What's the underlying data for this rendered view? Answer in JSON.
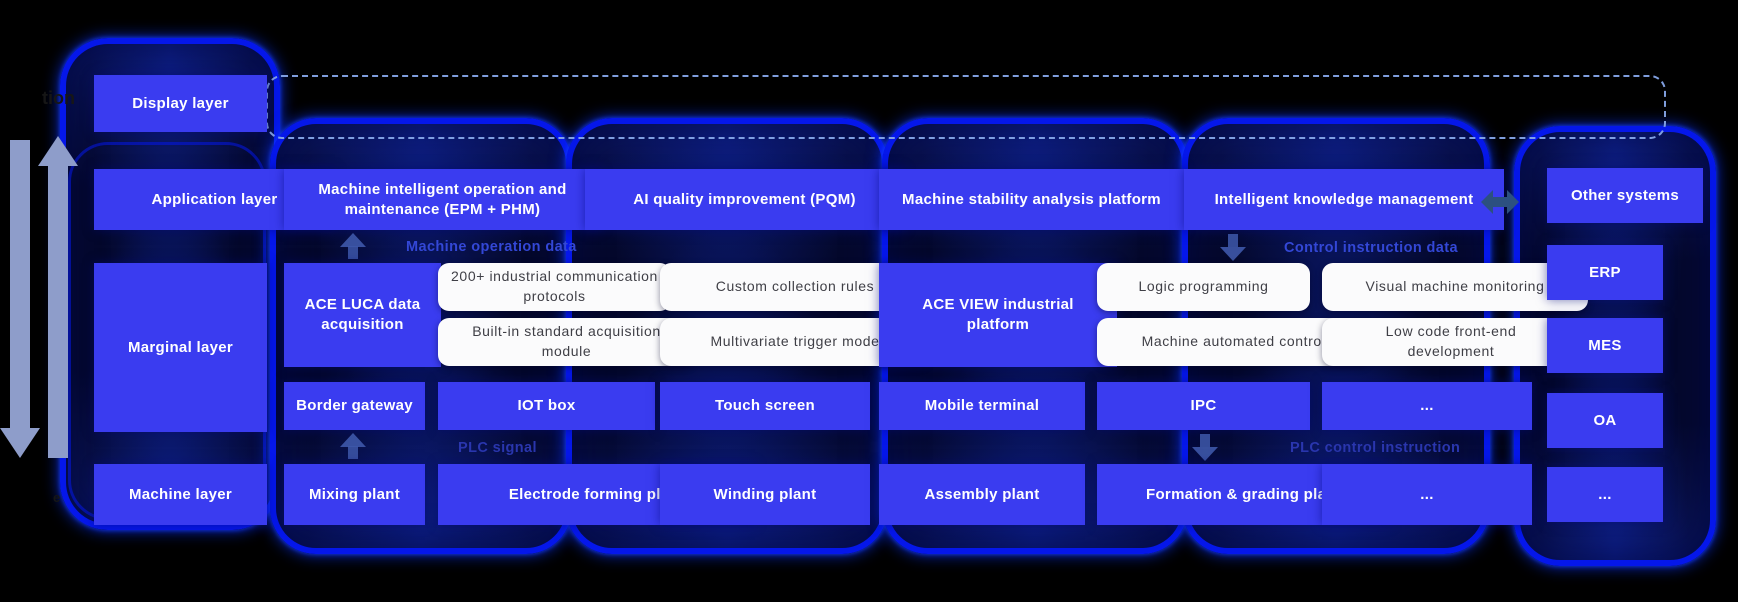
{
  "colors": {
    "background": "#000000",
    "box_blue": "#3a3cf0",
    "bubble_border": "#0517ea",
    "white_box": "#fbfbfc",
    "white_box_text": "#3f3f46",
    "flow_label_top": "#3347d6",
    "flow_label_bottom": "#2a36ae",
    "dashed_border": "#86a6e8",
    "big_arrow": "#8e9dca",
    "small_arrow": "#3e58aa",
    "double_arrow": "#2c5080"
  },
  "legend": {
    "display": "Display layer",
    "application": "Application layer",
    "marginal": "Marginal layer",
    "machine": "Machine layer"
  },
  "clipped_text": {
    "top_left": "tion",
    "bottom_left": "e"
  },
  "application_row": {
    "epm_phm": "Machine intelligent operation and maintenance (EPM + PHM)",
    "pqm": "AI quality improvement (PQM)",
    "stability": "Machine stability analysis platform",
    "knowledge": "Intelligent knowledge management"
  },
  "marginal_row": {
    "ace_luca": "ACE LUCA data acquisition",
    "protocols": "200+ industrial communication protocols",
    "builtin_module": "Built-in standard acquisition module",
    "custom_rules": "Custom collection rules",
    "multivariate": "Multivariate trigger mode",
    "ace_view": "ACE VIEW industrial platform",
    "logic_programming": "Logic programming",
    "auto_control": "Machine automated control",
    "visual_monitoring": "Visual machine monitoring",
    "low_code": "Low code front-end development"
  },
  "device_row": {
    "border_gateway": "Border gateway",
    "iot_box": "IOT box",
    "touch_screen": "Touch screen",
    "mobile_terminal": "Mobile terminal",
    "ipc": "IPC",
    "ellipsis": "..."
  },
  "machine_row": {
    "mixing": "Mixing plant",
    "electrode": "Electrode forming plant",
    "winding": "Winding plant",
    "assembly": "Assembly plant",
    "formation": "Formation & grading plant",
    "ellipsis": "..."
  },
  "right_column": {
    "other_systems": "Other systems",
    "erp": "ERP",
    "mes": "MES",
    "oa": "OA",
    "ellipsis": "..."
  },
  "flow_labels": {
    "machine_operation_data": "Machine operation data",
    "control_instruction_data": "Control instruction data",
    "plc_signal": "PLC signal",
    "plc_control_instruction": "PLC control instruction"
  }
}
